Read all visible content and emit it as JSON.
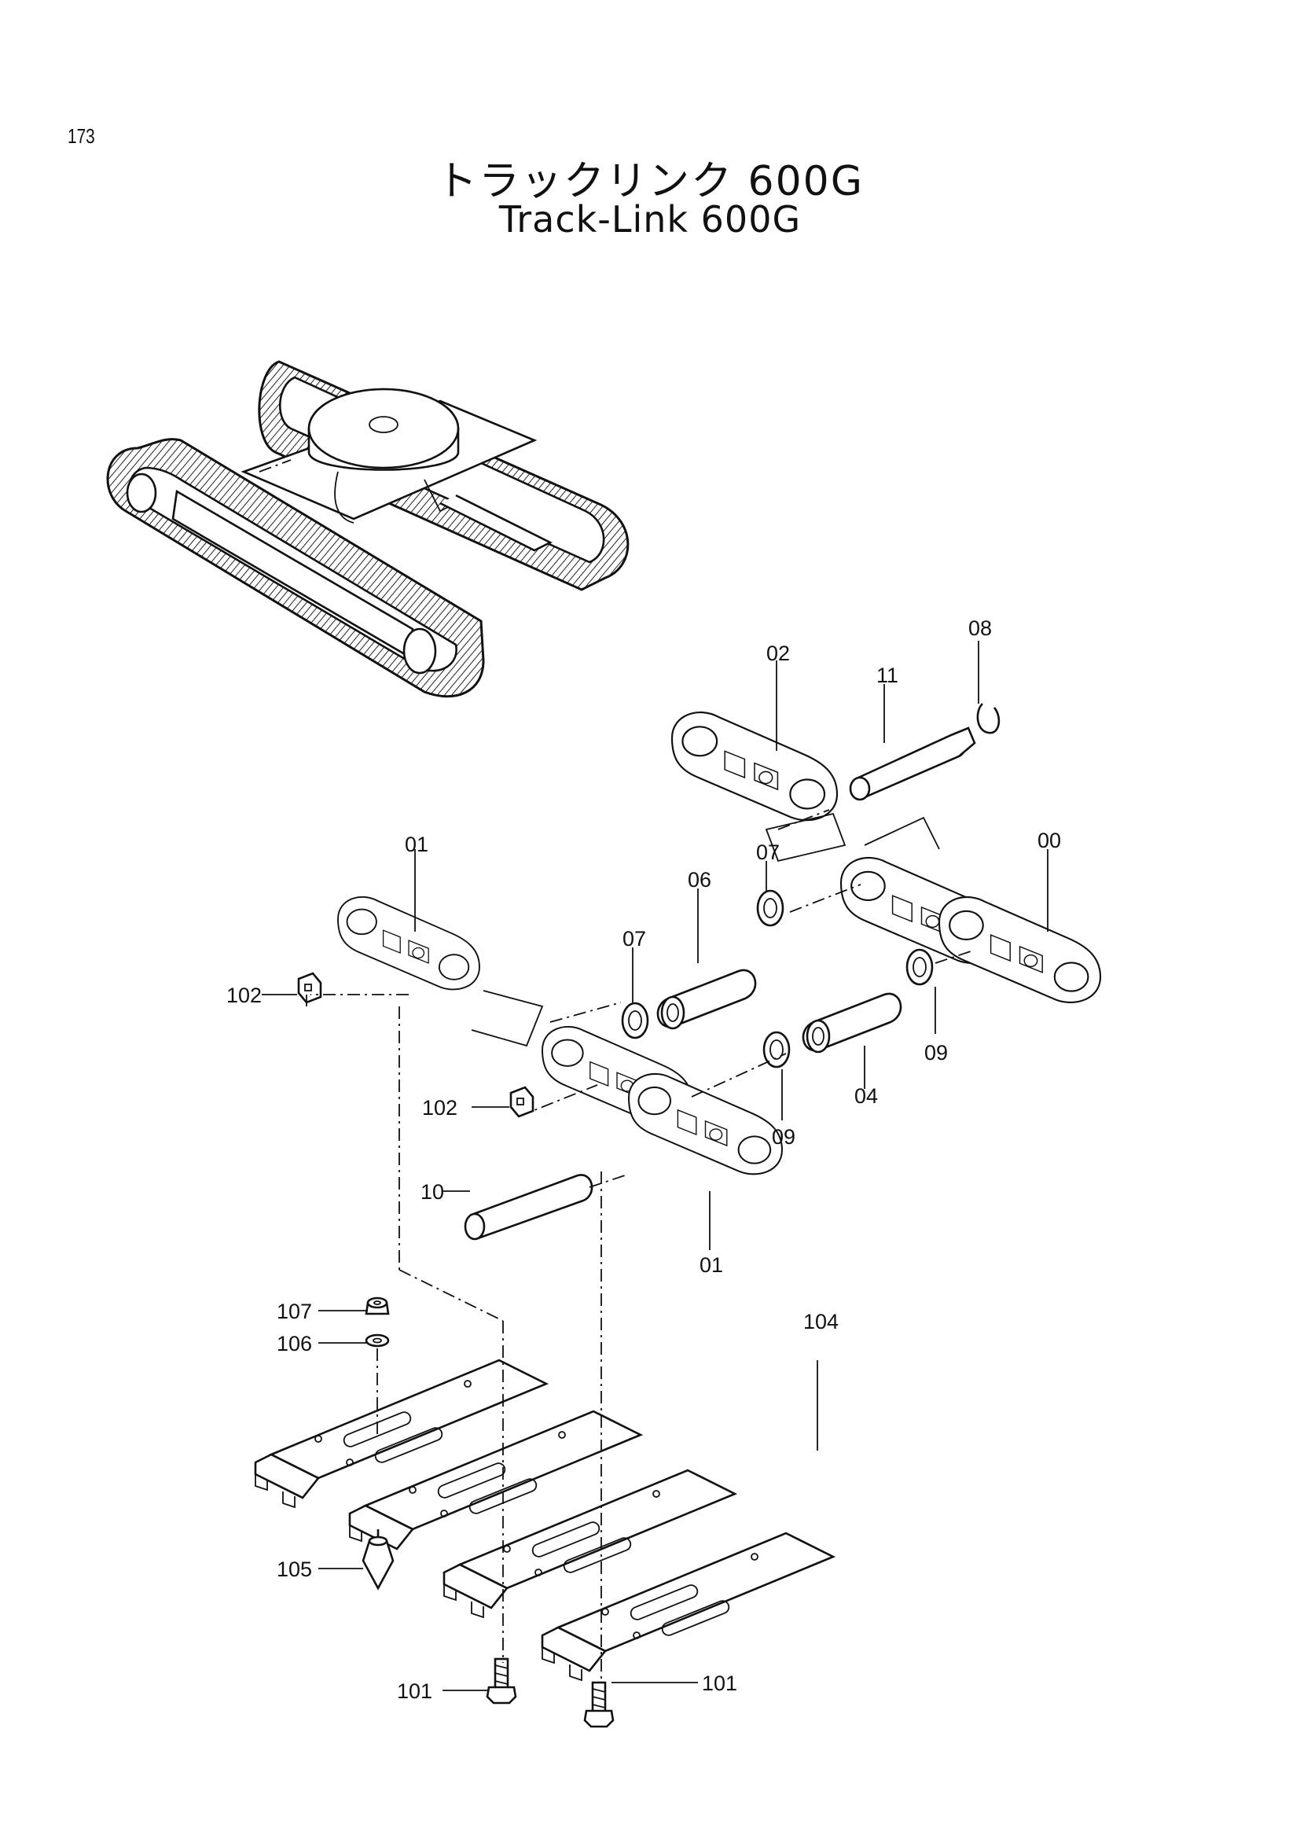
{
  "page_number": "173",
  "title_jp": "トラックリンク 600G",
  "title_en": "Track-Link 600G",
  "labels": {
    "p02": "02",
    "p11": "11",
    "p08": "08",
    "p00": "00",
    "p01_top": "01",
    "p01_bottom": "01",
    "p07_left": "07",
    "p07_right": "07",
    "p06": "06",
    "p04": "04",
    "p09_right": "09",
    "p09_mid": "09",
    "p102_top": "102",
    "p102_mid": "102",
    "p10": "10",
    "p104": "104",
    "p107": "107",
    "p106": "106",
    "p105": "105",
    "p101_left": "101",
    "p101_right": "101"
  }
}
